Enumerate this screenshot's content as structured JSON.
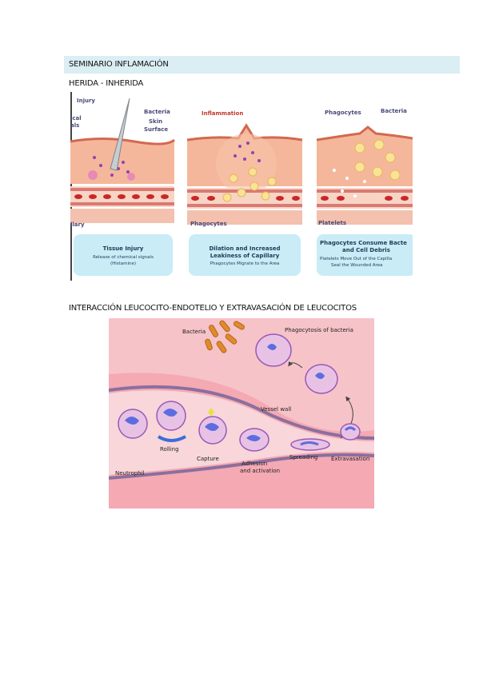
{
  "document": {
    "header": "SEMINARIO INFLAMACIÓN",
    "subtitle": "HERIDA - INHERIDA",
    "section2_title": "INTERACCIÓN LEUCOCITO-ENDOTELIO Y EXTRAVASACIÓN DE LEUCOCITOS"
  },
  "figure1": {
    "labels": {
      "injury": "Injury",
      "bacteria": "Bacteria",
      "skin": "Skin",
      "surface": "Surface",
      "chemical_frag1": "ical",
      "chemical_frag2": "als",
      "capillary_frag": "llary",
      "inflammation": "Inflammation",
      "phagocytes_mid": "Phagocytes",
      "phagocytes_right": "Phagocytes",
      "bacteria_right": "Bacteria",
      "platelets": "Platelets"
    },
    "panels": [
      {
        "title": "Tissue Injury",
        "line1": "Release of chemical signals",
        "line2": "(Histamine)"
      },
      {
        "title": "Dilation and Increased",
        "title2": "Leakiness of Capillary",
        "line1": "Phagocytes Migrate to the Area"
      },
      {
        "title": "Phagocytes Consume Bacte",
        "title2": "and Cell Debris",
        "line1": "Platelets Move Out of the Capilla",
        "line2": "Seal the Wounded Area"
      }
    ]
  },
  "figure2": {
    "labels": {
      "bacteria": "Bacteria",
      "phagocytosis": "Phagocytosis of bacteria",
      "vessel_wall": "Vessel wall",
      "rolling": "Rolling",
      "capture": "Capture",
      "adhesion1": "Adhesion",
      "adhesion2": "and activation",
      "spreading": "Spreading",
      "extravasation": "Extravasation",
      "neutrophil": "Neutrophil"
    }
  },
  "colors": {
    "header_bg": "#daeef3",
    "tissue": "#f1a58a",
    "panel_box": "#c9ecf6",
    "label_red": "#c0392b",
    "vessel_pink": "#f6c3c8"
  }
}
